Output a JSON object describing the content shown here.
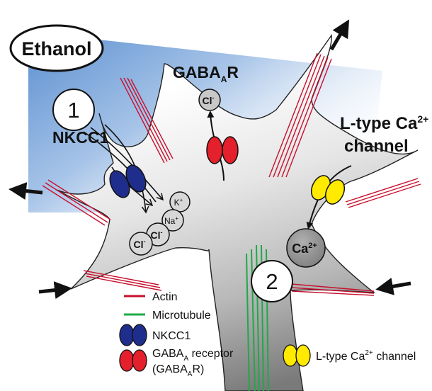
{
  "stimulus": "Ethanol",
  "steps": {
    "one": "1",
    "two": "2"
  },
  "gabaa_label": {
    "main": "GABA",
    "sub": "A",
    "tail": "R"
  },
  "nkcc1_label": "NKCC1",
  "ltype_label": {
    "line1_main": "L-type Ca",
    "line1_sup": "2+",
    "line2": "channel"
  },
  "ions": {
    "gaba_cl": {
      "sym": "Cl",
      "charge": "-"
    },
    "k": {
      "sym": "K",
      "charge": "+"
    },
    "na": {
      "sym": "Na",
      "charge": "+"
    },
    "cl_a": {
      "sym": "Cl",
      "charge": "-"
    },
    "cl_b": {
      "sym": "Cl",
      "charge": "-"
    },
    "ca": {
      "sym": "Ca",
      "charge": "2+"
    }
  },
  "legend": {
    "actin": "Actin",
    "microtubule": "Microtubule",
    "nkcc1": "NKCC1",
    "gabaa_line1": {
      "main": "GABA",
      "sub": "A",
      "tail": " receptor"
    },
    "gabaa_line2": {
      "open": "(GABA",
      "sub": "A",
      "tail": "R)"
    },
    "ltype": {
      "main": "L-type Ca",
      "sup": "2+",
      "tail": " channel"
    }
  },
  "colors": {
    "actin": "#c8102e",
    "microtubule": "#21a84a",
    "nkcc1": "#1f2e8c",
    "gabaa": "#e3202b",
    "ltype": "#ffea00",
    "ethanol_gradient": "#5b8fd0",
    "cell_body": "#a8a8a8"
  }
}
